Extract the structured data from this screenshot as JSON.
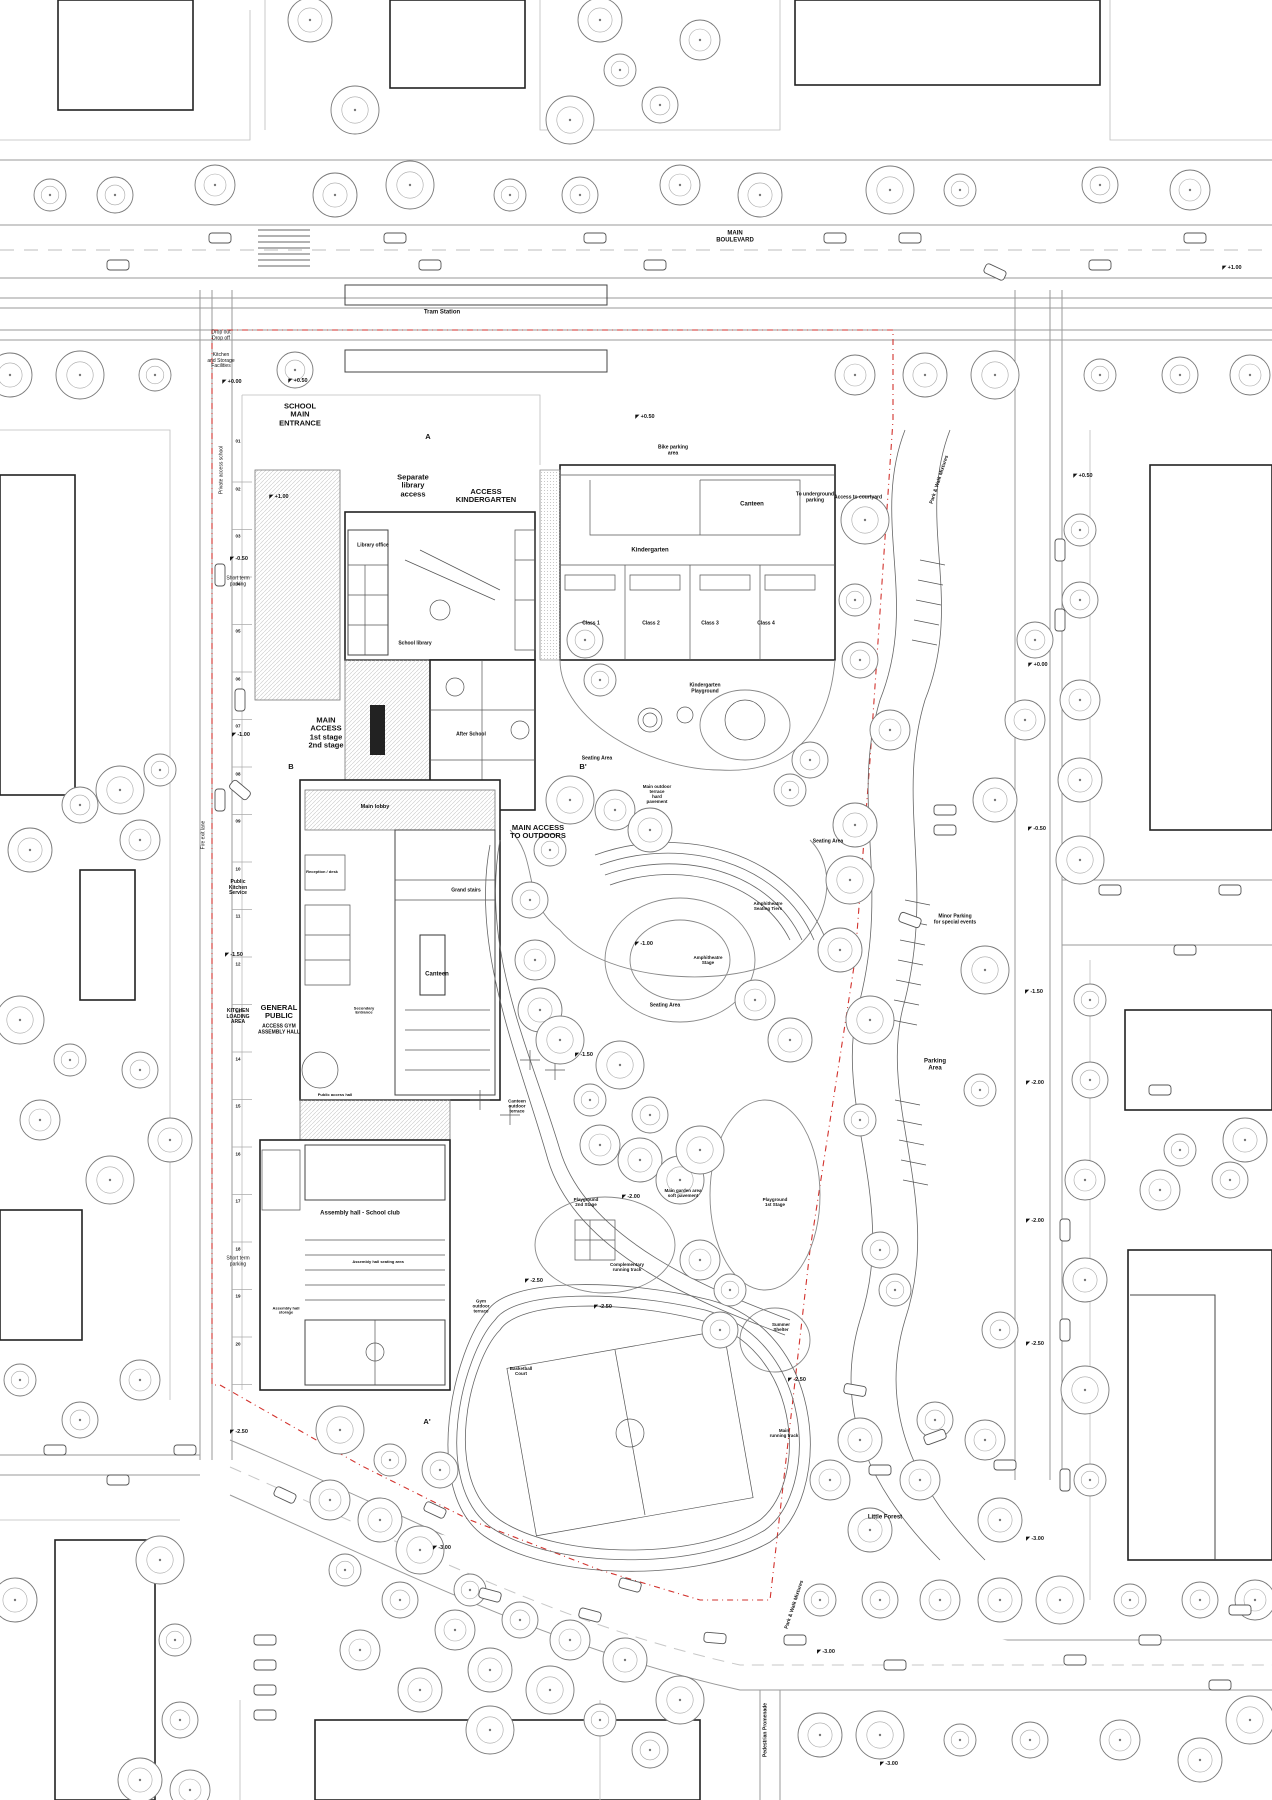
{
  "streets": {
    "boulevard": "MAIN\nBOULEVARD",
    "tram": "Tram Station",
    "drop_off": "Drop out\nDrop off",
    "kitchen_storage": "Kitchen\nand Storage\nFacilities",
    "private_access": "Private access school",
    "fire_exit": "Fire exit lane",
    "short_parking_1": "Short term\nparking",
    "short_parking_2": "Short term\nparking",
    "public_kitchen": "Public\nKitchen\nService",
    "kitchen_loading": "KITCHEN\nLOADING\nAREA",
    "east_path_top": "Park & Walk Mixtures",
    "east_path_bottom": "Park & Walk Mixtures",
    "south_path": "Pedestrian Promenade",
    "parking_area": "Parking\nArea",
    "minor_parking": "Minor Parking\nfor special events",
    "little_forest": "Little Forest"
  },
  "school": {
    "main_entrance": "SCHOOL\nMAIN\nENTRANCE",
    "library_access": "Separate\nlibrary\naccess",
    "kindergarten_access": "ACCESS\nKINDERGARTEN",
    "bike_parking": "Bike parking\narea",
    "underground_parking": "To underground\nparking",
    "courtyard_access": "Access to courtyard",
    "canteen_top": "Canteen",
    "kindergarten": "Kindergarten",
    "class_1": "Class 1",
    "class_2": "Class 2",
    "class_3": "Class 3",
    "class_4": "Class 4",
    "kg_playground": "Kindergarten\nPlayground",
    "library_office": "Library office",
    "school_library": "School library",
    "after_school": "After School",
    "main_access": "MAIN\nACCESS\n1st stage\n2nd stage",
    "main_lobby": "Main lobby",
    "main_access_outdoors": "MAIN ACCESS\nTO OUTDOORS",
    "reception": "Reception / desk",
    "grand_stairs": "Grand stairs",
    "canteen": "Canteen",
    "secondary_entrance": "Secondary\nEntrance",
    "general_public": "GENERAL\nPUBLIC",
    "general_public_sub": "ACCESS GYM\nASSEMBLY HALL",
    "assembly_hall": "Assembly hall - School club",
    "assembly_seating": "Assembly hall seating area",
    "assembly_storage": "Assembly hall\nstorage",
    "public_access_hall": "Public access hall",
    "section_a": "A",
    "section_a2": "A'",
    "section_b": "B",
    "section_b2": "B'"
  },
  "outdoors": {
    "seating_area_1": "Seating Area",
    "seating_area_2": "Seating Area",
    "seating_area_3": "Seating Area",
    "outdoor_terrace": "Main outdoor\nterrace\nhard\npavement",
    "amph_seating": "Amphitheatre\nSeating Tiers",
    "amph_stage": "Amphitheatre\nStage",
    "canteen_terrace": "Canteen\noutdoor\nterrace",
    "playground_2": "Playground\n2nd Stage",
    "playground_1": "Playground\n1st Stage",
    "main_garden": "Main garden area\nsoft pavement",
    "running_track_comp": "Complementary\nrunning track",
    "gym_terrace": "Gym\noutdoor\nterrace",
    "basketball": "Basketball\nCourt",
    "summer_shelter": "Summer\nShelter",
    "main_track": "Main\nrunning track"
  },
  "levels": {
    "l_p100_top": "+1.00",
    "l_000_a": "+0.00",
    "l_050_a": "+0.50",
    "l_050_b": "+0.50",
    "l_050_c": "+0.50",
    "l_100_lib": "+1.00",
    "l_m050": "-0.50",
    "l_m100_a": "-1.00",
    "l_m100_b": "-1.00",
    "l_m150_a": "-1.50",
    "l_m150_b": "-1.50",
    "l_m150_c": "-1.50",
    "l_m200_a": "-2.00",
    "l_m200_b": "-2.00",
    "l_m200_c": "-2.00",
    "l_m250_a": "-2.50",
    "l_m250_b": "-2.50",
    "l_m250_c": "-2.50",
    "l_m250_d": "-2.50",
    "l_m300_a": "-3.00",
    "l_m300_b": "-3.00",
    "l_m300_c": "-3.00",
    "l_m300_d": "-3.00",
    "l_000_e": "+0.00",
    "l_050_e": "-0.50"
  },
  "parking_numbers": [
    "01",
    "02",
    "03",
    "04",
    "05",
    "06",
    "07",
    "08",
    "09",
    "10",
    "11",
    "12",
    "13",
    "14",
    "15",
    "16",
    "17",
    "18",
    "19",
    "20"
  ]
}
